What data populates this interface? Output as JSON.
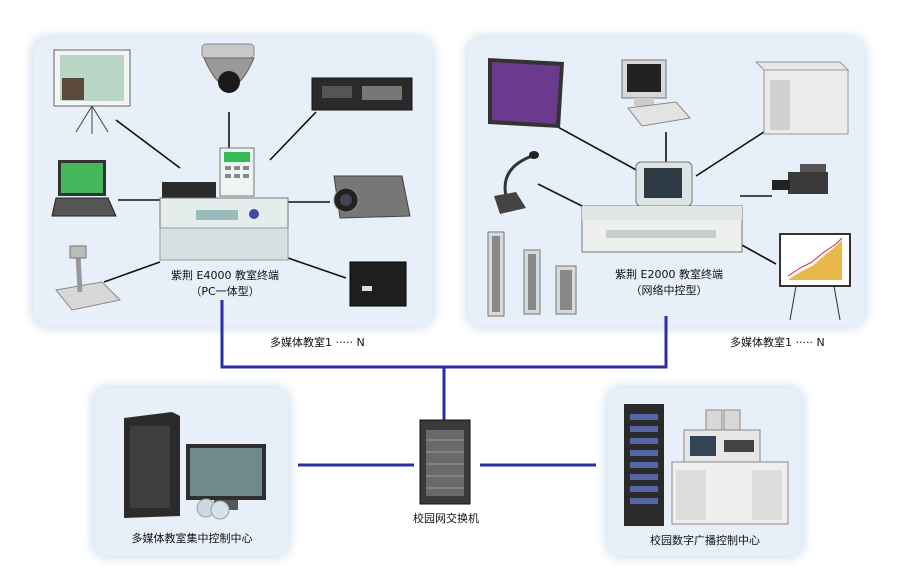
{
  "left_room": {
    "terminal_line1": "紫荆  E4000  教室终端",
    "terminal_line2": "（PC一体型）",
    "room_label": "多媒体教室1 ····· N"
  },
  "right_room": {
    "terminal_line1": "紫荆  E2000  教室终端",
    "terminal_line2": "（网络中控型）",
    "room_label": "多媒体教室1 ····· N"
  },
  "control_center": {
    "label": "多媒体教室集中控制中心"
  },
  "switch": {
    "label": "校园网交换机"
  },
  "broadcast_center": {
    "label": "校园数字广播控制中心"
  },
  "colors": {
    "network_line": "#2d2ea3",
    "panel_bg": "#e7eff8"
  }
}
